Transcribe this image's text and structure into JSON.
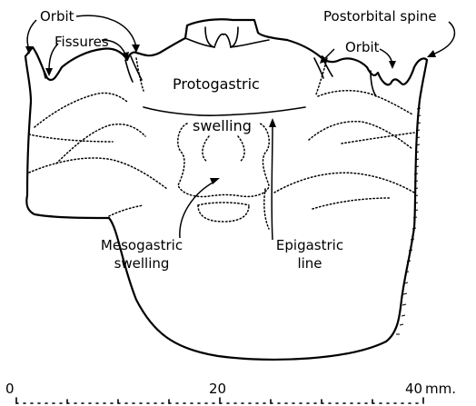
{
  "labels": {
    "orbit_left": "Orbit",
    "fissures": "Fissures",
    "postorbital_spine": "Postorbital spine",
    "orbit_right": "Orbit",
    "protogastric_1": "Protogastric",
    "protogastric_2": "swelling",
    "mesogastric_1": "Mesogastric",
    "mesogastric_2": "swelling",
    "epigastric_1": "Epigastric",
    "epigastric_2": "line"
  },
  "scale": {
    "ticks": [
      "0",
      "20",
      "40"
    ],
    "unit": "mm."
  }
}
